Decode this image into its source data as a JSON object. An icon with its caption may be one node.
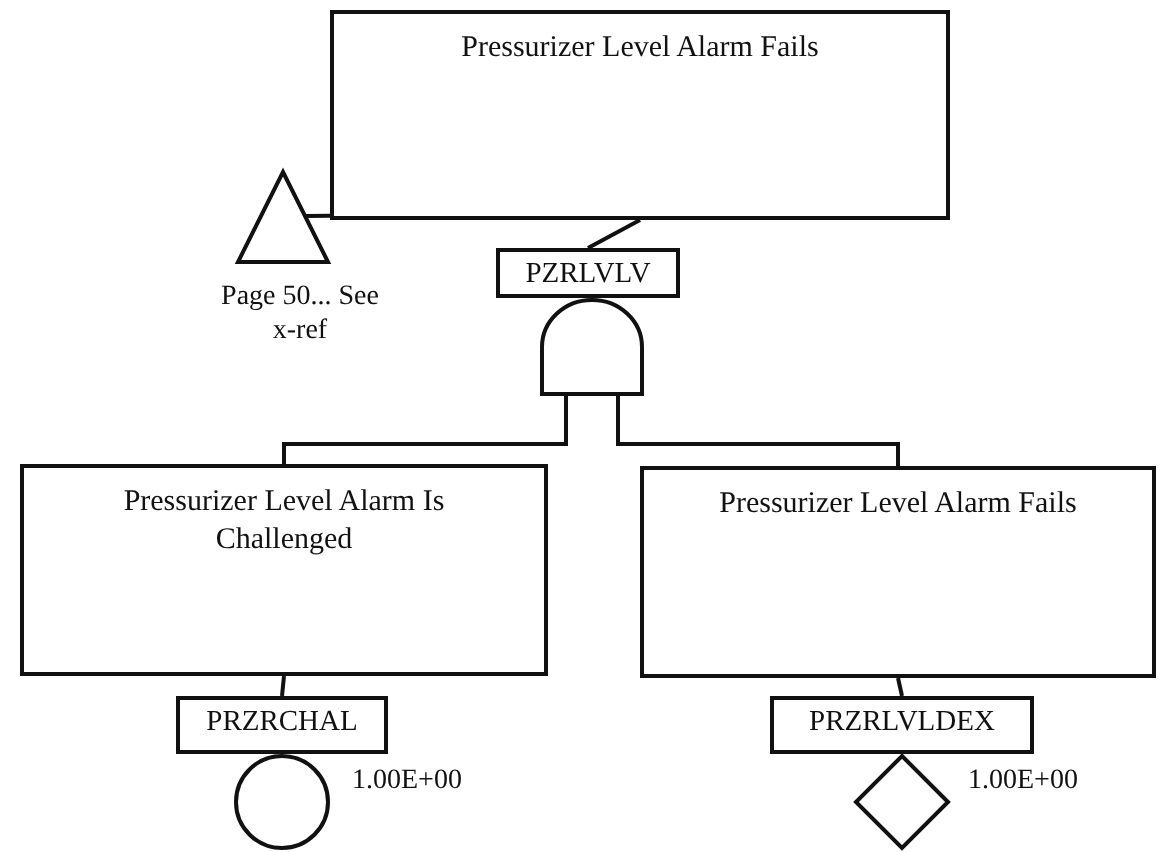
{
  "diagram": {
    "nodes": [
      {
        "text": [
          "Pressurizer Level Alarm Fails"
        ]
      },
      {
        "text": [
          "PZRLVLV"
        ]
      },
      {
        "text": [],
        "shape": "gate"
      },
      {
        "text": [],
        "shape": "triangle",
        "beside": [
          "Page 50... See x-ref"
        ]
      },
      {
        "text": [
          "Pressurizer Level Alarm Is Challenged"
        ]
      },
      {
        "text": [
          "PRZRCHAL"
        ]
      },
      {
        "text": [],
        "shape": "circle",
        "beside": [
          "1.00E+00"
        ]
      },
      {
        "text": [
          "Pressurizer Level Alarm Fails"
        ]
      },
      {
        "text": [
          "PRZRLVLDEX"
        ]
      },
      {
        "text": [],
        "shape": "diamond",
        "beside": [
          "1.00E+00"
        ]
      }
    ],
    "edges": [
      {
        "from": 0,
        "to": 1,
        "arrow": "none"
      },
      {
        "from": 3,
        "to": 0,
        "arrow": "none"
      },
      {
        "from": 2,
        "to": 4,
        "arrow": "none"
      },
      {
        "from": 2,
        "to": 7,
        "arrow": "none"
      },
      {
        "from": 4,
        "to": 5,
        "arrow": "none"
      },
      {
        "from": 7,
        "to": 8,
        "arrow": "none"
      }
    ]
  }
}
